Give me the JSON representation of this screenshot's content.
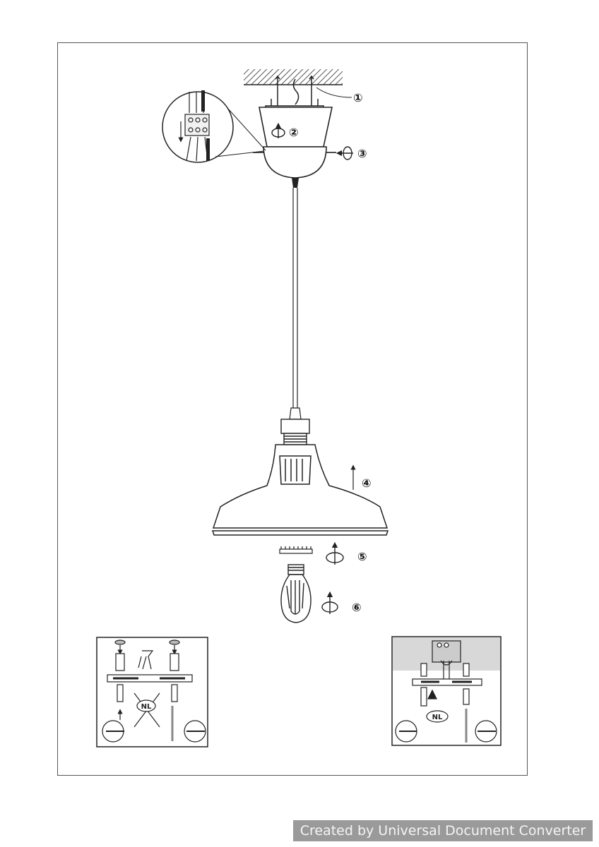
{
  "steps": [
    "①",
    "②",
    "③",
    "④",
    "⑤",
    "⑥"
  ],
  "detail_left": {
    "badge": "NL"
  },
  "detail_right": {
    "badge": "NL"
  },
  "footer": {
    "text": "Created by Universal Document Converter"
  },
  "colors": {
    "line": "#222222",
    "frame": "#555555",
    "footer_bg": "#9a9a9a",
    "ceiling_gray": "#d8d8d8"
  }
}
